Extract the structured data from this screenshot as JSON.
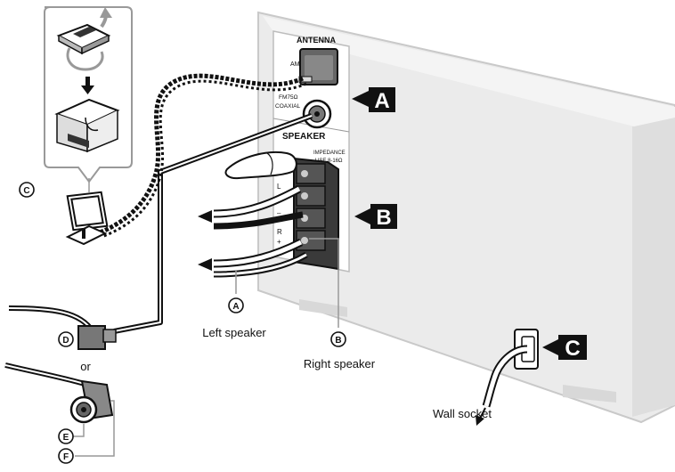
{
  "panel": {
    "antenna_label": "ANTENNA",
    "am_label": "AM",
    "fm_ohm_label": "FM75Ω",
    "coaxial_label": "COAXIAL",
    "speaker_label": "SPEAKER",
    "impedance_label": "IMPEDANCE",
    "use_label": "USE 8-16Ω",
    "left_label": "L",
    "right_label": "R",
    "plus_sign": "+",
    "minus_sign": "–"
  },
  "badges": {
    "a": "A",
    "b": "B",
    "c": "C"
  },
  "callouts": {
    "a": "A",
    "b": "B",
    "c": "C",
    "d": "D",
    "e": "E",
    "f": "F"
  },
  "captions": {
    "left_speaker": "Left speaker",
    "right_speaker": "Right speaker",
    "wall_socket": "Wall socket",
    "or": "or"
  },
  "colors": {
    "ink": "#111111",
    "unit_fill": "#eeeeee",
    "unit_edge": "#cfcfcf",
    "panel_fill": "#ffffff",
    "badge_fill": "#111111",
    "badge_text": "#ffffff"
  }
}
